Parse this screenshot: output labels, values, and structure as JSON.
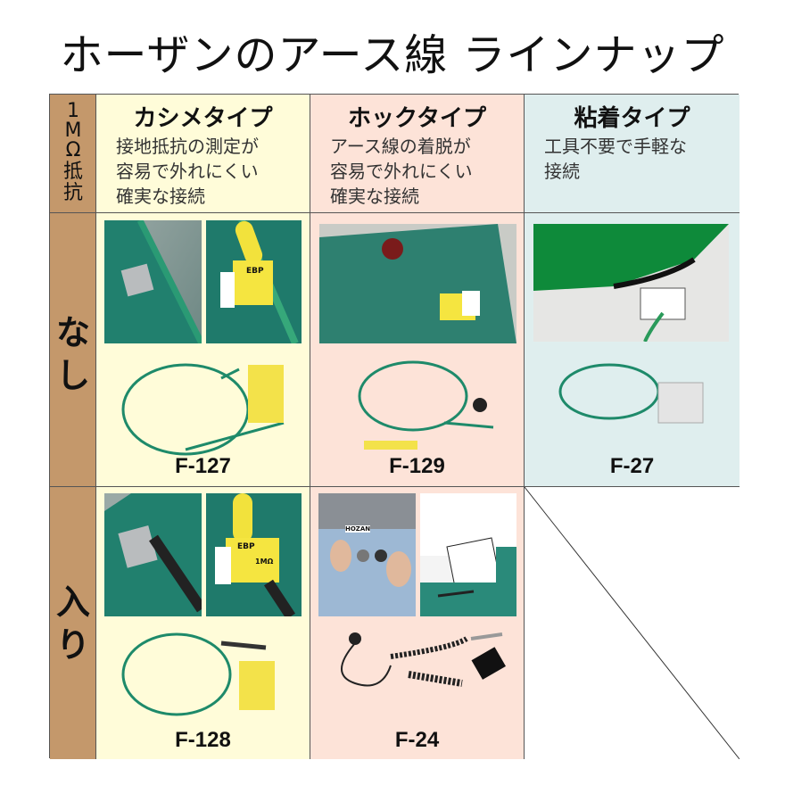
{
  "title": "ホーザンのアース線 ラインナップ",
  "corner_label": [
    "1",
    "M",
    "Ω",
    "抵",
    "抗"
  ],
  "row_labels": [
    "なし",
    "入り"
  ],
  "columns": [
    {
      "name": "カシメタイプ",
      "desc": "接地抵抗の測定が\n容易で外れにくい\n確実な接続"
    },
    {
      "name": "ホックタイプ",
      "desc": "アース線の着脱が\n容易で外れにくい\n確実な接続"
    },
    {
      "name": "粘着タイプ",
      "desc": "工具不要で手軽な\n接続"
    }
  ],
  "products": {
    "r1c1": "F-127",
    "r1c2": "F-129",
    "r1c3": "F-27",
    "r2c1": "F-128",
    "r2c2": "F-24"
  },
  "photo_text": {
    "ebp": "EBP",
    "brand": "HOZAN",
    "resistance": "1MΩ"
  }
}
